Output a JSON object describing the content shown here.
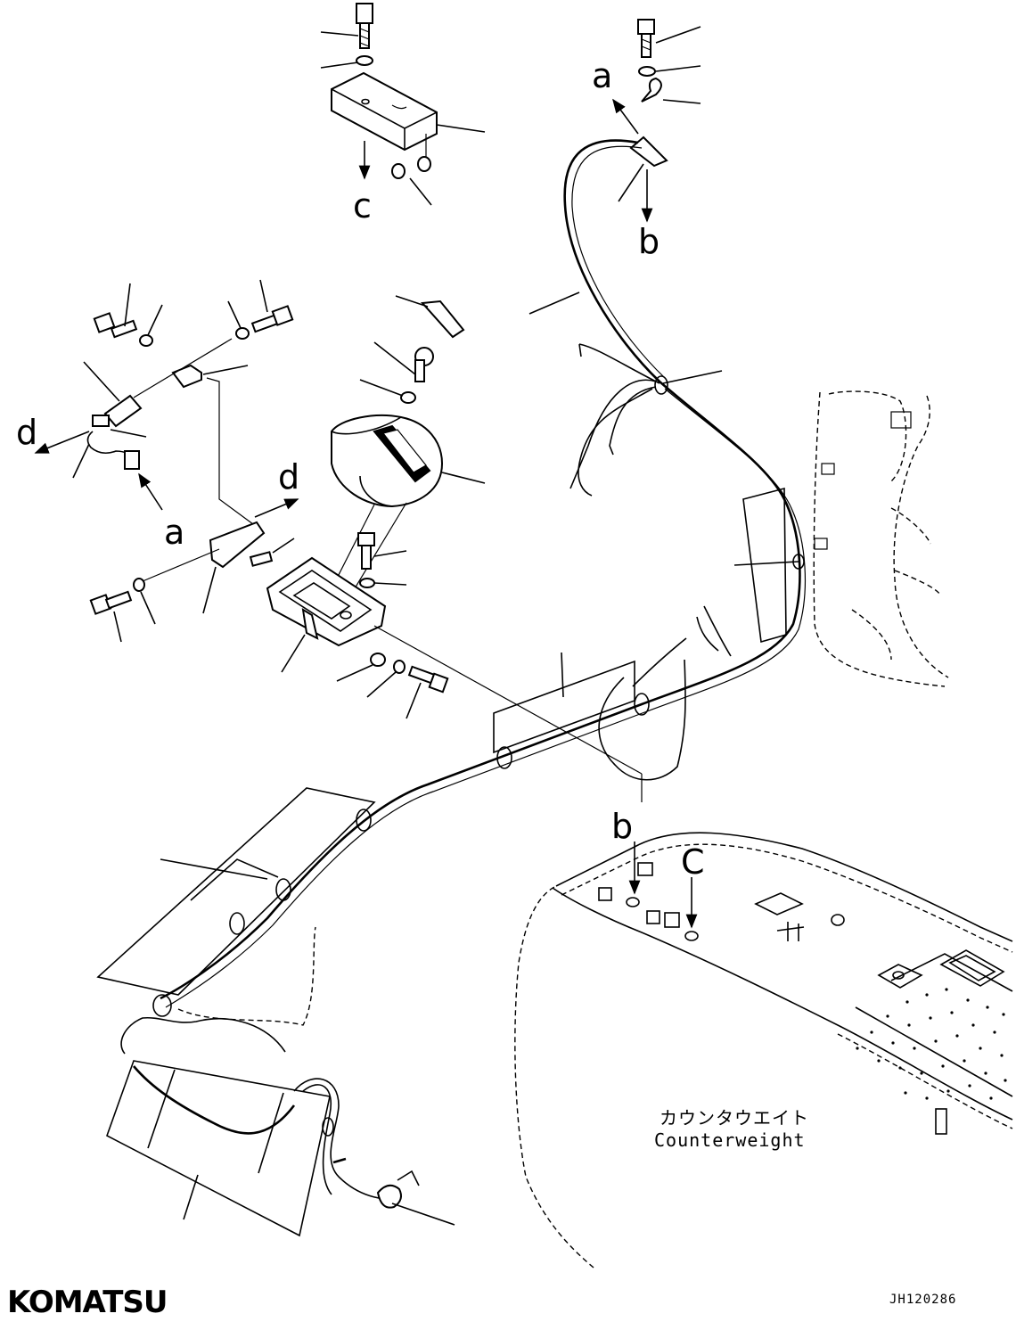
{
  "callouts": {
    "a_top": "a",
    "b_top": "b",
    "c_top": "c",
    "d_left": "d",
    "a_left": "a",
    "d_mid": "d",
    "b_counterweight": "b",
    "c_counterweight": "C"
  },
  "counterweight": {
    "label_jp": "カウンタウエイト",
    "label_en": "Counterweight"
  },
  "footer": {
    "logo": "KOMATSU",
    "drawing_code": "JH120286"
  },
  "icons": {
    "leader_lines": "leader-line",
    "arrows": "arrow-icon"
  }
}
